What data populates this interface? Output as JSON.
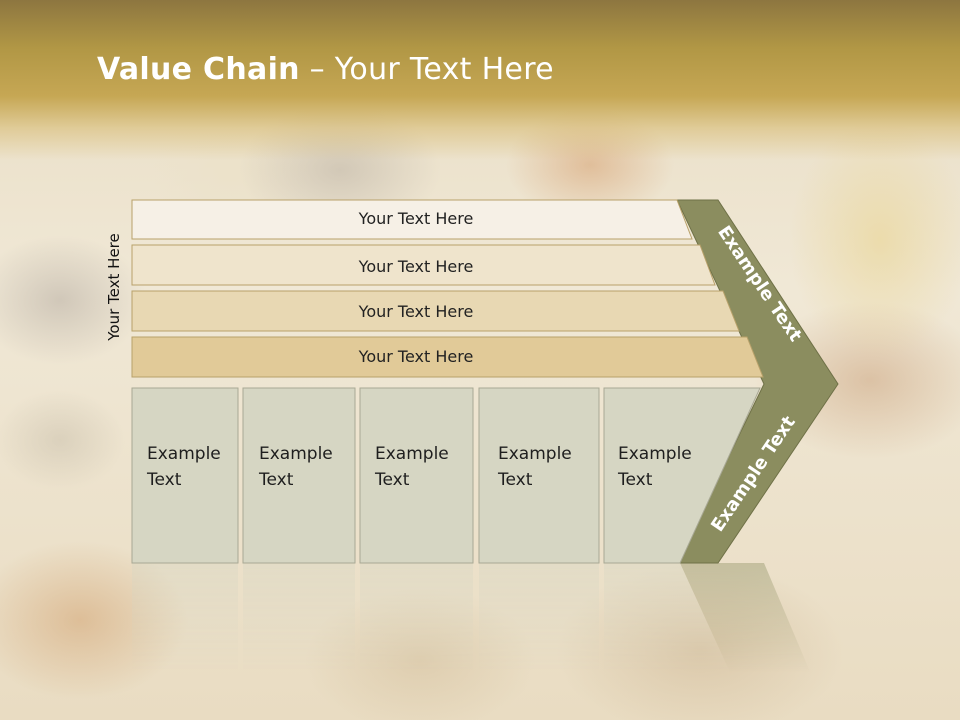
{
  "slide": {
    "title_bold": "Value Chain",
    "title_rest": " – Your Text Here",
    "side_label": "Your Text Here"
  },
  "rows": [
    {
      "label": "Your Text Here",
      "fill": "#f6f0e6"
    },
    {
      "label": "Your Text Here",
      "fill": "#efe4cc"
    },
    {
      "label": "Your Text Here",
      "fill": "#e8d8b3"
    },
    {
      "label": "Your Text Here",
      "fill": "#e1ca98"
    }
  ],
  "boxes": [
    {
      "line1": "Example",
      "line2": "Text"
    },
    {
      "line1": "Example",
      "line2": "Text"
    },
    {
      "line1": "Example",
      "line2": "Text"
    },
    {
      "line1": "Example",
      "line2": "Text"
    },
    {
      "line1": "Example",
      "line2": "Text"
    }
  ],
  "chevron": {
    "upper_label": "Example Text",
    "lower_label": "Example Text"
  },
  "colors": {
    "header": "#b19745",
    "row_stroke": "#b8a16a",
    "box_fill": "#d6d6c3",
    "box_stroke": "#a8a894",
    "chevron_fill": "#8b8d5f",
    "chevron_stroke": "#6f7147"
  }
}
